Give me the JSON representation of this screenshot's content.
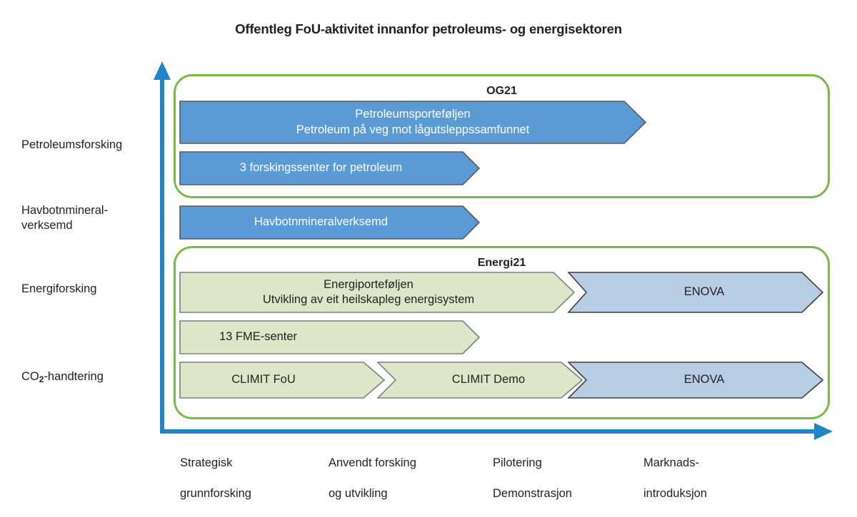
{
  "title": "Offentleg FoU-aktivitet innanfor petroleums- og energisektoren",
  "colors": {
    "arrow_blue_fill": "#5B9BD5",
    "arrow_blue_stroke": "#5A5A5A",
    "arrow_green_fill": "#DCE6C8",
    "arrow_green_stroke": "#7F7F7F",
    "arrow_lightblue_fill": "#B8CCE4",
    "arrow_lightblue_stroke": "#3F3F3F",
    "group_border_green": "#76BC43",
    "axis_blue": "#2185C5",
    "text_dark": "#231F20",
    "text_light": "#FFFFFF"
  },
  "y_axis": {
    "name": "vertical-axis",
    "categories": [
      {
        "id": "petroleumsforsking",
        "label": "Petroleumsforsking"
      },
      {
        "id": "havbotnmineral",
        "label": "Havbotnmineral-\nverksemd",
        "line1": "Havbotnmineral-",
        "line2": "verksemd"
      },
      {
        "id": "energiforsking",
        "label": "Energiforsking"
      },
      {
        "id": "co2-handtering",
        "label": "CO2-handtering",
        "prefix": "CO",
        "sub": "2",
        "suffix": "-handtering"
      }
    ]
  },
  "x_axis": {
    "name": "horizontal-axis",
    "categories": [
      {
        "id": "strategisk-grunnforsking",
        "line1": "Strategisk",
        "line2": "grunnforsking"
      },
      {
        "id": "anvendt-forsking-og-utvikling",
        "line1": "Anvendt forsking",
        "line2": "og utvikling"
      },
      {
        "id": "pilotering-demonstrasjon",
        "line1": "Pilotering",
        "line2": "Demonstrasjon"
      },
      {
        "id": "marknadsintroduksjon",
        "line1": "Marknads-",
        "line2": "introduksjon"
      }
    ]
  },
  "groups": [
    {
      "id": "og21",
      "title": "OG21"
    },
    {
      "id": "energi21",
      "title": "Energi21"
    }
  ],
  "arrows": [
    {
      "id": "petroleumsportefoljen",
      "style": "blue",
      "line1": "Petroleumsporteføljen",
      "line2": "Petroleum på veg mot lågutsleppssamfunnet",
      "label": "Petroleumsporteføljen\nPetroleum på veg mot lågutsleppssamfunnet"
    },
    {
      "id": "3-forskingssenter-for-petroleum",
      "style": "blue",
      "label": "3 forskingssenter for petroleum"
    },
    {
      "id": "havbotnmineralverksemd",
      "style": "blue",
      "label": "Havbotnmineralverksemd"
    },
    {
      "id": "energiportefoljen",
      "style": "green",
      "line1": "Energiporteføljen",
      "line2": "Utvikling av eit heilskapleg energisystem",
      "label": "Energiporteføljen\nUtvikling av eit heilskapleg energisystem"
    },
    {
      "id": "enova-energiforsking",
      "style": "lightblue",
      "label": "ENOVA"
    },
    {
      "id": "13-fme-senter",
      "style": "green",
      "label": "13 FME-senter"
    },
    {
      "id": "climit-fou",
      "style": "green",
      "label": "CLIMIT FoU"
    },
    {
      "id": "climit-demo",
      "style": "green",
      "label": "CLIMIT Demo"
    },
    {
      "id": "enova-co2",
      "style": "lightblue",
      "label": "ENOVA"
    }
  ]
}
